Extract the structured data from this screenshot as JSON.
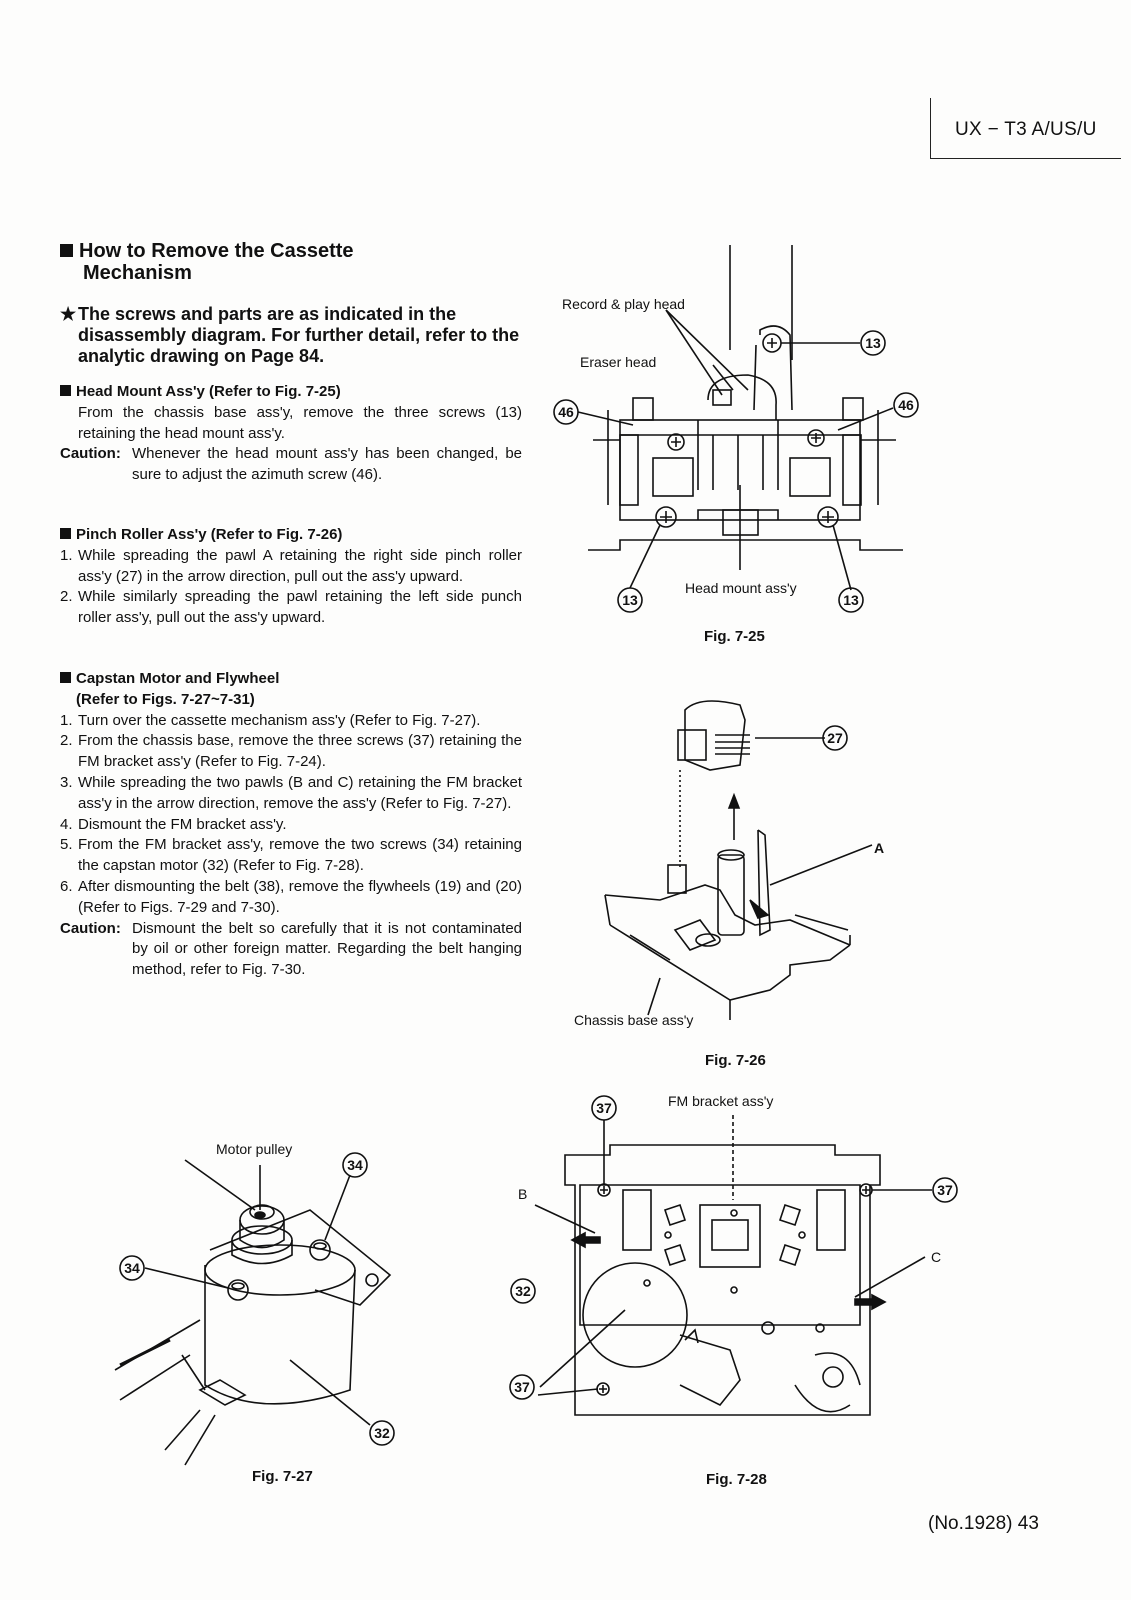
{
  "header": {
    "model_code": "UX − T3 A/US/U"
  },
  "section": {
    "title_line1": "How to Remove the Cassette",
    "title_line2": "Mechanism"
  },
  "note": {
    "star": "★",
    "text": "The screws and parts are as indicated in the disassembly diagram. For further detail, refer to the analytic drawing on Page 84."
  },
  "head_mount": {
    "heading": "Head Mount Ass'y (Refer to Fig. 7-25)",
    "body": "From the chassis base ass'y, remove the three screws (13) retaining the head mount ass'y.",
    "caution_label": "Caution:",
    "caution_text": "Whenever the head mount ass'y has been changed, be sure to adjust the azimuth screw (46)."
  },
  "pinch_roller": {
    "heading": "Pinch Roller Ass'y (Refer to Fig. 7-26)",
    "steps": [
      {
        "n": "1.",
        "t": "While spreading the pawl A retaining the right side pinch roller ass'y (27) in the arrow direction, pull out the ass'y upward."
      },
      {
        "n": "2.",
        "t": "While similarly spreading the pawl retaining the left side punch roller ass'y, pull out the ass'y upward."
      }
    ]
  },
  "capstan": {
    "heading_line1": "Capstan Motor and Flywheel",
    "heading_line2": "(Refer to Figs. 7-27~7-31)",
    "steps": [
      {
        "n": "1.",
        "t": "Turn over the cassette mechanism ass'y (Refer to Fig. 7-27)."
      },
      {
        "n": "2.",
        "t": "From the chassis base, remove the three screws (37) retaining the FM bracket ass'y (Refer to Fig. 7-24)."
      },
      {
        "n": "3.",
        "t": "While spreading the two pawls (B and C) retaining the FM bracket ass'y in the arrow direction, remove the ass'y (Refer to Fig. 7-27)."
      },
      {
        "n": "4.",
        "t": "Dismount the FM bracket ass'y."
      },
      {
        "n": "5.",
        "t": "From the FM bracket ass'y, remove the two screws (34) retaining the capstan motor (32) (Refer to Fig. 7-28)."
      },
      {
        "n": "6.",
        "t": "After dismounting the belt (38), remove the flywheels (19) and (20) (Refer to Figs. 7-29 and 7-30)."
      }
    ],
    "caution_label": "Caution:",
    "caution_text": "Dismount the belt so carefully that it is not contaminated by oil or other foreign matter. Regarding the belt hanging method, refer to Fig. 7-30."
  },
  "fig_7_25": {
    "caption": "Fig. 7-25",
    "label_record_play": "Record & play head",
    "label_eraser": "Eraser head",
    "label_head_mount": "Head mount ass'y",
    "callout_13": "13",
    "callout_46": "46"
  },
  "fig_7_26": {
    "caption": "Fig. 7-26",
    "label_chassis": "Chassis base ass'y",
    "label_a": "A",
    "callout_27": "27"
  },
  "fig_7_27": {
    "caption": "Fig. 7-27",
    "label_motor_pulley": "Motor pulley",
    "callout_34": "34",
    "callout_32": "32"
  },
  "fig_7_28": {
    "caption": "Fig. 7-28",
    "label_fm_bracket": "FM bracket ass'y",
    "label_b": "B",
    "label_c": "C",
    "callout_37": "37",
    "callout_32": "32"
  },
  "footer": {
    "page_number": "(No.1928) 43"
  }
}
